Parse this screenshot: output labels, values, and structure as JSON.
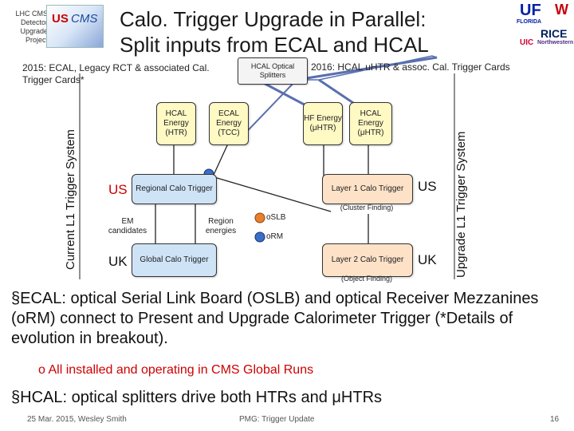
{
  "header": {
    "project_lines": [
      "LHC CMS",
      "Detector",
      "Upgrade",
      "Project"
    ],
    "title_line1": "Calo. Trigger Upgrade in Parallel:",
    "title_line2": "Split inputs from ECAL and HCAL",
    "cms_logo": {
      "us": "US",
      "cms": "CMS"
    },
    "logos": [
      {
        "name": "uf-logo",
        "text": "UF",
        "color": "#0021a5"
      },
      {
        "name": "florida-logo",
        "text": "FLORIDA",
        "color": "#0021a5"
      },
      {
        "name": "wisconsin-logo",
        "text": "W",
        "color": "#c5050c"
      },
      {
        "name": "rice-logo",
        "text": "RICE",
        "color": "#00205b"
      },
      {
        "name": "uic-logo",
        "text": "UIC",
        "color": "#d50032"
      },
      {
        "name": "northwestern-logo",
        "text": "Northwestern",
        "color": "#4e2a84"
      }
    ]
  },
  "diagram": {
    "label_2015": "2015: ECAL, Legacy RCT & associated Cal. Trigger Cards*",
    "label_optical": "HCAL Optical Splitters",
    "label_2016": "2016: HCAL uHTR & assoc. Cal. Trigger Cards",
    "left_axis": "Current L1 Trigger System",
    "right_axis": "Upgrade L1 Trigger System",
    "hcal_htr": "HCAL Energy (HTR)",
    "ecal_tcc": "ECAL Energy (TCC)",
    "hf_uhtr": "HF Energy (μHTR)",
    "hcal_uhtr": "HCAL Energy (μHTR)",
    "regional": "Regional Calo Trigger",
    "layer1": "Layer 1 Calo Trigger",
    "layer1_note": "(Cluster Finding)",
    "global": "Global Calo Trigger",
    "layer2": "Layer 2 Calo Trigger",
    "layer2_note": "(Object Finding)",
    "us_left": "US",
    "us_right": "US",
    "uk_left": "UK",
    "uk_right": "UK",
    "em_candidates": "EM candidates",
    "region_energies": "Region energies",
    "oslb": "oSLB",
    "orm": "oRM"
  },
  "bullets": {
    "b1": "§ECAL: optical Serial Link Board (OSLB) and optical Receiver Mezzanines (oRM) connect to Present and Upgrade Calorimeter Trigger (*Details of evolution in breakout).",
    "b1_sub": "o All installed and operating in CMS Global Runs",
    "b2": "§HCAL: optical splitters drive both HTRs and μHTRs"
  },
  "footer": {
    "left": "25 Mar. 2015, Wesley Smith",
    "center": "PMG: Trigger Update",
    "right": "16"
  }
}
